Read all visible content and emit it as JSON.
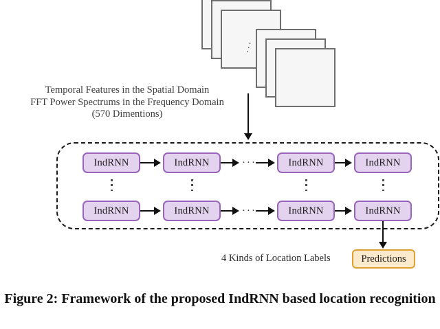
{
  "figure": {
    "caption": "Figure 2: Framework of the proposed IndRNN based location recognition"
  },
  "input": {
    "line1": "Temporal Features in the Spatial Domain",
    "line2": "FFT Power Spectrums in the Frequency Domain",
    "line3": "(570 Dimentions)",
    "stack_count": 6,
    "stack_ellipsis": "⋰"
  },
  "network": {
    "cell_label": "IndRNN",
    "rows": [
      {
        "cells": [
          "IndRNN",
          "IndRNN",
          "IndRNN",
          "IndRNN"
        ],
        "h_ellipsis": "···"
      },
      {
        "cells": [
          "IndRNN",
          "IndRNN",
          "IndRNN",
          "IndRNN"
        ],
        "h_ellipsis": "···"
      }
    ]
  },
  "output": {
    "labels_text": "4 Kinds of Location Labels",
    "prediction_label": "Predictions"
  },
  "colors": {
    "cell_fill": "#e3d3ef",
    "cell_border": "#9a63bd",
    "prediction_fill": "#fdeacd",
    "prediction_border": "#e0a02e",
    "square_fill": "#f6f6f6",
    "square_border": "#6e6e6e",
    "arrow": "#111111",
    "dashed_border": "#1a1a1a"
  }
}
